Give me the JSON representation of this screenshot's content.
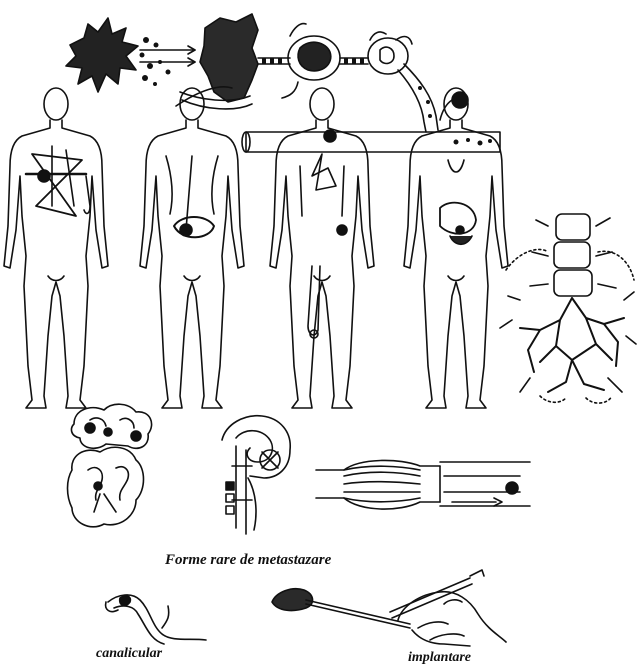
{
  "captions": {
    "rare_forms": "Forme rare de metastazare",
    "canalicular": "canalicular",
    "implantation": "implantare"
  },
  "colors": {
    "ink": "#111111",
    "paper": "#ffffff"
  }
}
